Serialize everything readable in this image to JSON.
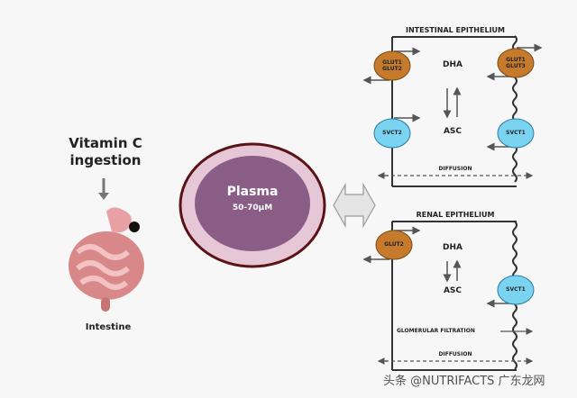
{
  "left": {
    "title_line1": "Vitamin C",
    "title_line2": "ingestion",
    "organ_label": "Intestine"
  },
  "plasma": {
    "label": "Plasma",
    "concentration": "50-70µM"
  },
  "intestinal": {
    "title": "INTESTINAL EPITHELIUM",
    "transporter_left_top_1": "GLUT1",
    "transporter_left_top_2": "GLUT2",
    "transporter_right_top_1": "GLUT1",
    "transporter_right_top_2": "GLUT3",
    "transporter_left_bottom": "SVCT2",
    "transporter_right_bottom": "SVCT1",
    "dha": "DHA",
    "asc": "ASC",
    "diffusion": "DIFFUSION"
  },
  "renal": {
    "title": "RENAL EPITHELIUM",
    "transporter_left": "GLUT2",
    "transporter_right": "SVCT1",
    "dha": "DHA",
    "asc": "ASC",
    "filtration": "GLOMERULAR FILTRATION",
    "diffusion": "DIFFUSION"
  },
  "watermark": {
    "text": "头条 @NUTRIFACTS 广东龙网"
  },
  "colors": {
    "glut": "#c67a2c",
    "svct": "#7ad3f0",
    "plasma_inner": "#8a5d86",
    "plasma_ring": "#e6c7d6",
    "plasma_border": "#5a1418"
  }
}
